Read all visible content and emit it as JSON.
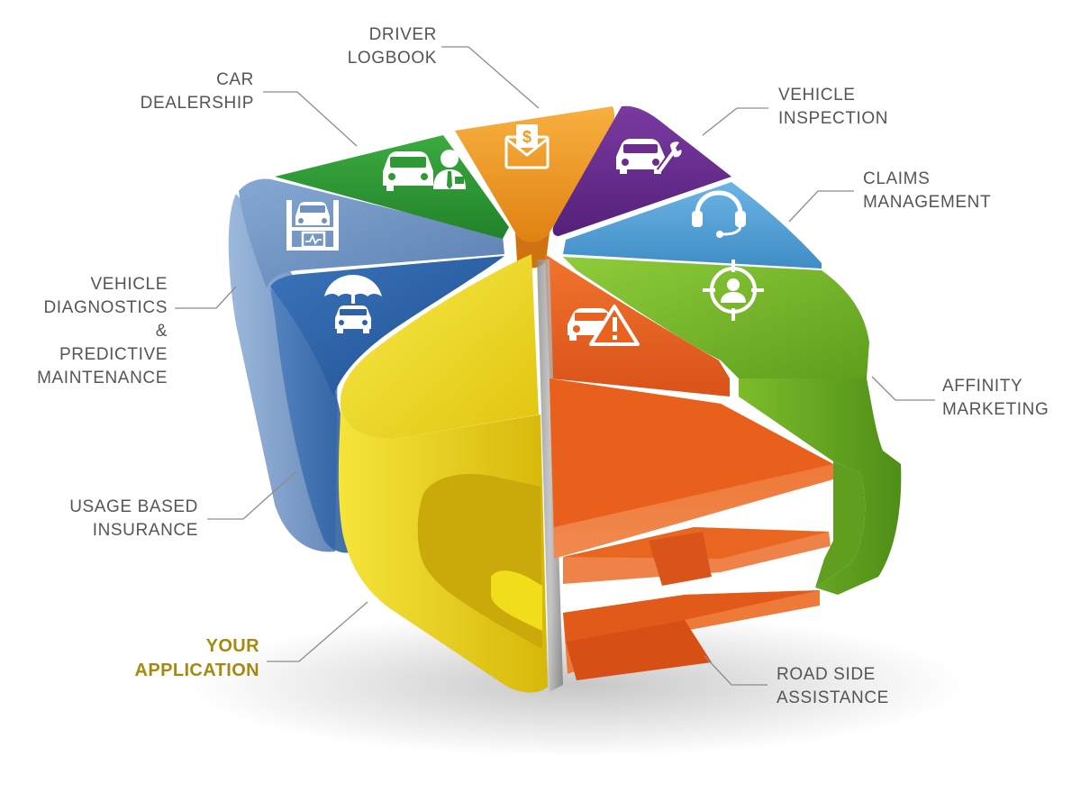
{
  "labels": {
    "driver_logbook": [
      "DRIVER",
      "LOGBOOK"
    ],
    "car_dealership": [
      "CAR",
      "DEALERSHIP"
    ],
    "vehicle_inspection": [
      "VEHICLE",
      "INSPECTION"
    ],
    "claims_management": [
      "CLAIMS",
      "MANAGEMENT"
    ],
    "vehicle_diagnostics": [
      "VEHICLE",
      "DIAGNOSTICS",
      "&",
      "PREDICTIVE",
      "MAINTENANCE"
    ],
    "affinity_marketing": [
      "AFFINITY",
      "MARKETING"
    ],
    "usage_based_insurance": [
      "USAGE BASED",
      "INSURANCE"
    ],
    "your_application": [
      "YOUR",
      "APPLICATION"
    ],
    "road_side_assistance": [
      "ROAD SIDE",
      "ASSISTANCE"
    ]
  },
  "colors": {
    "label_text": "#555555",
    "accent_text": "#a38b12",
    "leader_line": "#8c8c8c",
    "segment_orange": "#f39a1e",
    "segment_purple": "#6a2d8e",
    "segment_dark_green": "#2e9a35",
    "segment_light_blue": "#5aa5d8",
    "segment_slate_blue": "#6e93c2",
    "segment_royal_blue": "#2c62a8",
    "segment_lime_green": "#7cbc2b",
    "segment_red_orange": "#ea621d",
    "segment_yellow": "#f2dd1a"
  },
  "icons": [
    "dollar-envelope-icon",
    "car-salesman-icon",
    "car-wrench-icon",
    "headset-icon",
    "car-lift-diagnostics-icon",
    "umbrella-car-icon",
    "target-person-icon",
    "car-warning-icon"
  ]
}
